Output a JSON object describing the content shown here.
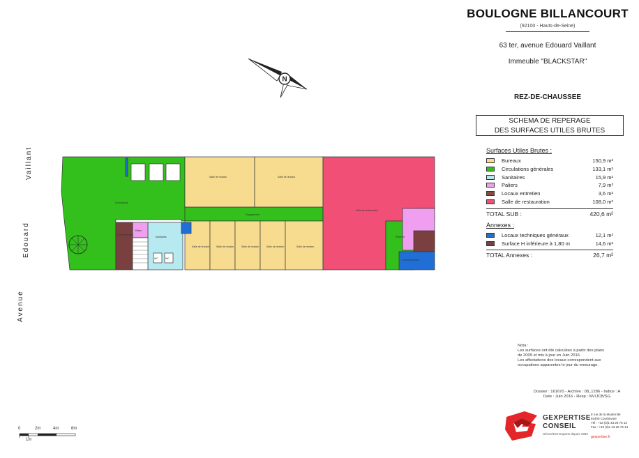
{
  "title_block": {
    "city": "BOULOGNE BILLANCOURT",
    "postal": "(92100 - Hauts-de-Seine)",
    "address": "63 ter, avenue Edouard Vaillant",
    "building": "Immeuble \"BLACKSTAR\"",
    "level": "REZ-DE-CHAUSSEE",
    "schema_line1": "SCHEMA DE REPERAGE",
    "schema_line2": "DES SURFACES UTILES BRUTES"
  },
  "streets": {
    "line1": "Vaillant",
    "line2": "Edouard",
    "line3": "Avenue"
  },
  "legend": {
    "heading": "Surfaces Utiles Brutes :",
    "items": [
      {
        "label": "Bureaux",
        "value": "150,9 m²",
        "color": "#f7dc8f"
      },
      {
        "label": "Circulations générales",
        "value": "133,1 m²",
        "color": "#33bf1c"
      },
      {
        "label": "Sanitaires",
        "value": "15,9 m²",
        "color": "#b6eaf0"
      },
      {
        "label": "Paliers",
        "value": "7,9 m²",
        "color": "#f09ff0"
      },
      {
        "label": "Locaux entretien",
        "value": "3,6 m²",
        "color": "#8a4a40"
      },
      {
        "label": "Salle de restauration",
        "value": "108,0 m²",
        "color": "#f24f76"
      }
    ],
    "total_sub_label": "TOTAL SUB :",
    "total_sub_value": "420,6 m²",
    "annexes_heading": "Annexes :",
    "annexes": [
      {
        "label": "Locaux techniques généraux",
        "value": "12,1 m²",
        "color": "#1f6fd6"
      },
      {
        "label": "Surface H inférieure à 1,80 m",
        "value": "14,6 m²",
        "color": "#7a4040"
      }
    ],
    "total_annexes_label": "TOTAL Annexes :",
    "total_annexes_value": "26,7 m²"
  },
  "note": {
    "heading": "Nota :",
    "line1": "Les surfaces ont été calculées à partir des plans",
    "line2": "de 2009 et mis à jour en Juin 2016.",
    "line3": "Les affectations des locaux correspondent aux",
    "line4": "occupations apparentes le jour du mesurage."
  },
  "dossier": {
    "line1": "Dossier : 161670 - Archive : 08_1286 - Indice : A",
    "line2": "Date : Juin 2016 - Resp : NV/JCB/SG"
  },
  "logo": {
    "word1": "GEXPERTISE",
    "word2": "CONSEIL",
    "tagline": "Géomètres-Experts depuis 1983",
    "contact1": "8 rue de la Modernité",
    "contact2": "92400 Courbevoie",
    "contact3": "Tél : +33 (0)1 43 26 76 13",
    "contact4": "Fax : +33 (0)1 43 26 76 14",
    "web": "gexpertise.fr"
  },
  "compass_letter": "N",
  "scale": {
    "t0": "0",
    "t2": "2m",
    "t4": "4m",
    "t6": "6m",
    "t1": "1m"
  },
  "rooms": {
    "circ_main": "Circulations",
    "circ_dgt": "Dégagement",
    "bureau": "Salle de réunion",
    "rest": "Salle de restauration",
    "sanit": "Sanitaires",
    "palier": "Palier",
    "local": "Local entretien",
    "stock": "Réserve",
    "tech": "Local technique",
    "wc": "WC"
  },
  "colors": {
    "bureaux": "#f7dc8f",
    "circulation": "#33bf1c",
    "sanitaires": "#b6eaf0",
    "paliers": "#f09ff0",
    "entretien": "#8a4a40",
    "restauration": "#f24f76",
    "technique": "#1f6fd6",
    "h_inf": "#7a4040"
  }
}
